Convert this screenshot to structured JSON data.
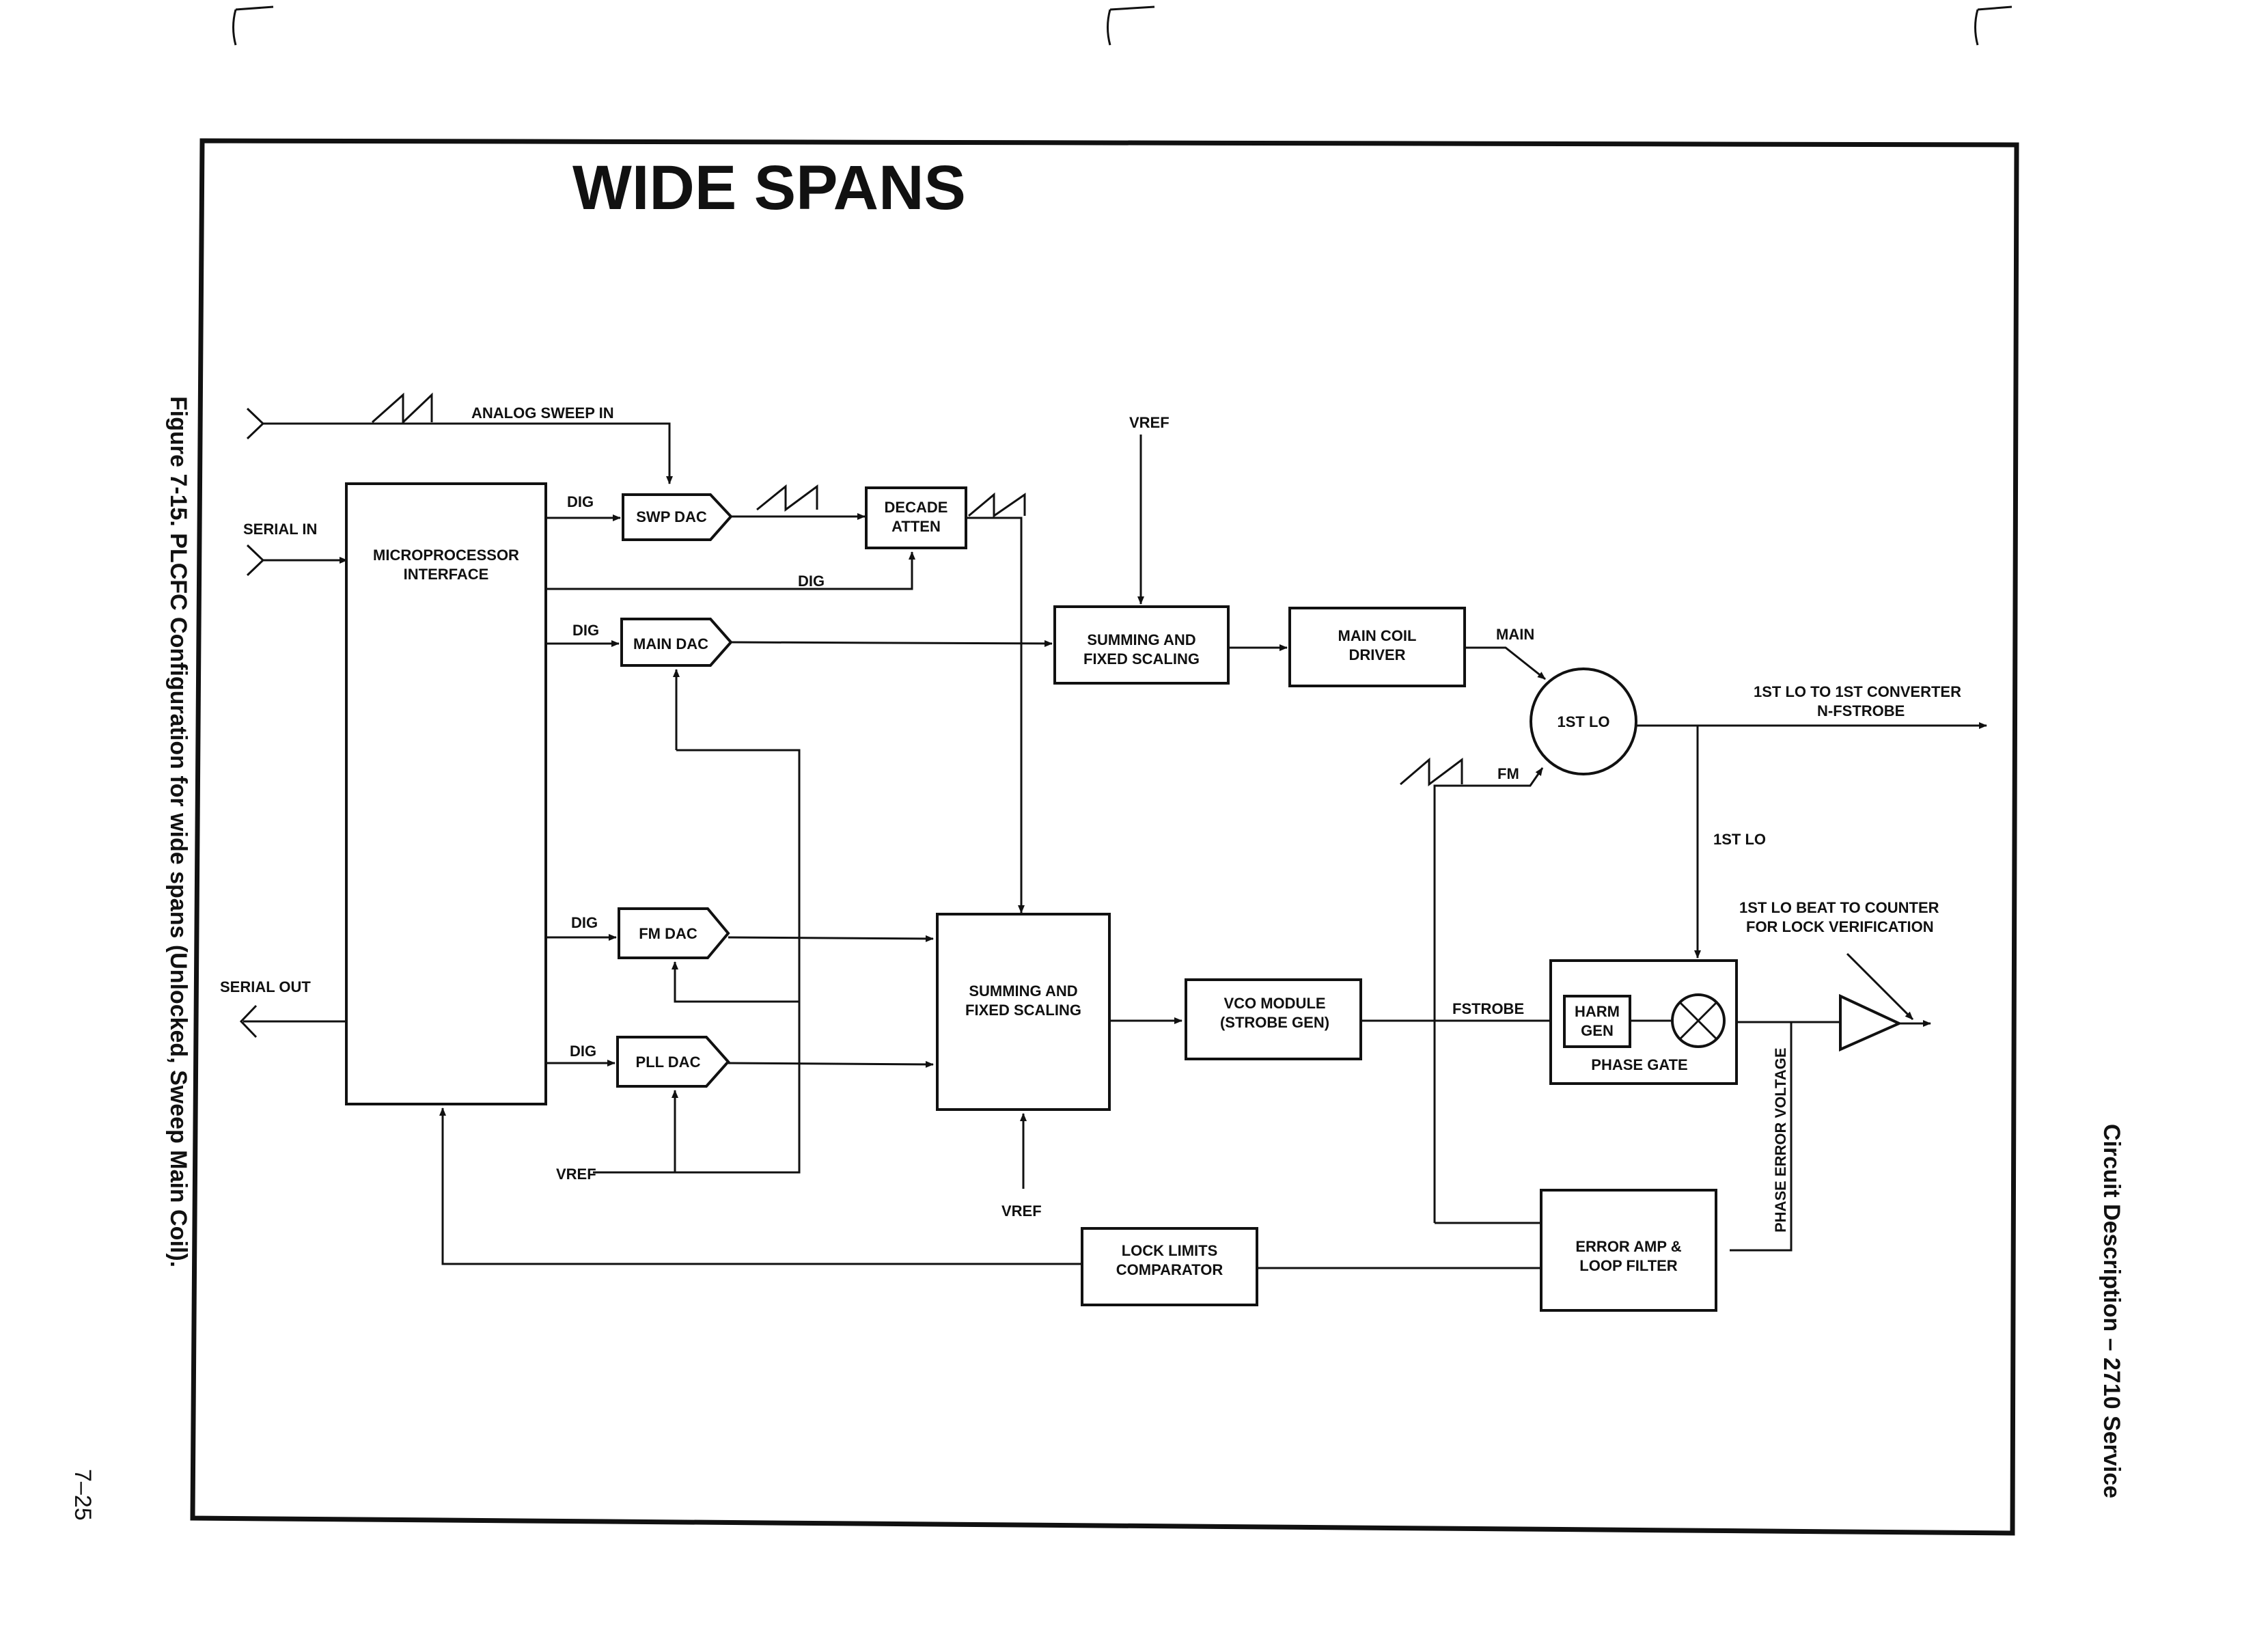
{
  "diagram": {
    "title": "WIDE SPANS",
    "figure_caption": "Figure 7-15.  PLCFC Configuration for wide spans (Unlocked, Sweep Main Coil).",
    "side_header": "Circuit Description – 2710 Service",
    "page_number": "7–25",
    "blocks": {
      "microprocessor": [
        "MICROPROCESSOR",
        "INTERFACE"
      ],
      "swp_dac": "SWP DAC",
      "decade_atten": [
        "DECADE",
        "ATTEN"
      ],
      "main_dac": "MAIN DAC",
      "fm_dac": "FM DAC",
      "pll_dac": "PLL DAC",
      "summing_top": [
        "SUMMING AND",
        "FIXED SCALING"
      ],
      "summing_bottom": [
        "SUMMING AND",
        "FIXED SCALING"
      ],
      "main_coil_driver": [
        "MAIN COIL",
        "DRIVER"
      ],
      "first_lo": "1ST LO",
      "vco_module": [
        "VCO MODULE",
        "(STROBE GEN)"
      ],
      "harm_gen": [
        "HARM",
        "GEN"
      ],
      "phase_gate": "PHASE GATE",
      "lock_limits": [
        "LOCK LIMITS",
        "COMPARATOR"
      ],
      "error_amp": [
        "ERROR AMP &",
        "LOOP FILTER"
      ]
    },
    "labels": {
      "analog_sweep_in": "ANALOG SWEEP IN",
      "serial_in": "SERIAL IN",
      "serial_out": "SERIAL OUT",
      "dig": "DIG",
      "vref": "VREF",
      "main": "MAIN",
      "fm": "FM",
      "fstrobe": "FSTROBE",
      "first_lo_line": "1ST LO",
      "lo_to_converter": [
        "1ST LO TO 1ST CONVERTER",
        "N-FSTROBE"
      ],
      "lo_beat": [
        "1ST LO BEAT TO COUNTER",
        "FOR LOCK VERIFICATION"
      ],
      "phase_error_voltage": "PHASE ERROR VOLTAGE"
    }
  }
}
